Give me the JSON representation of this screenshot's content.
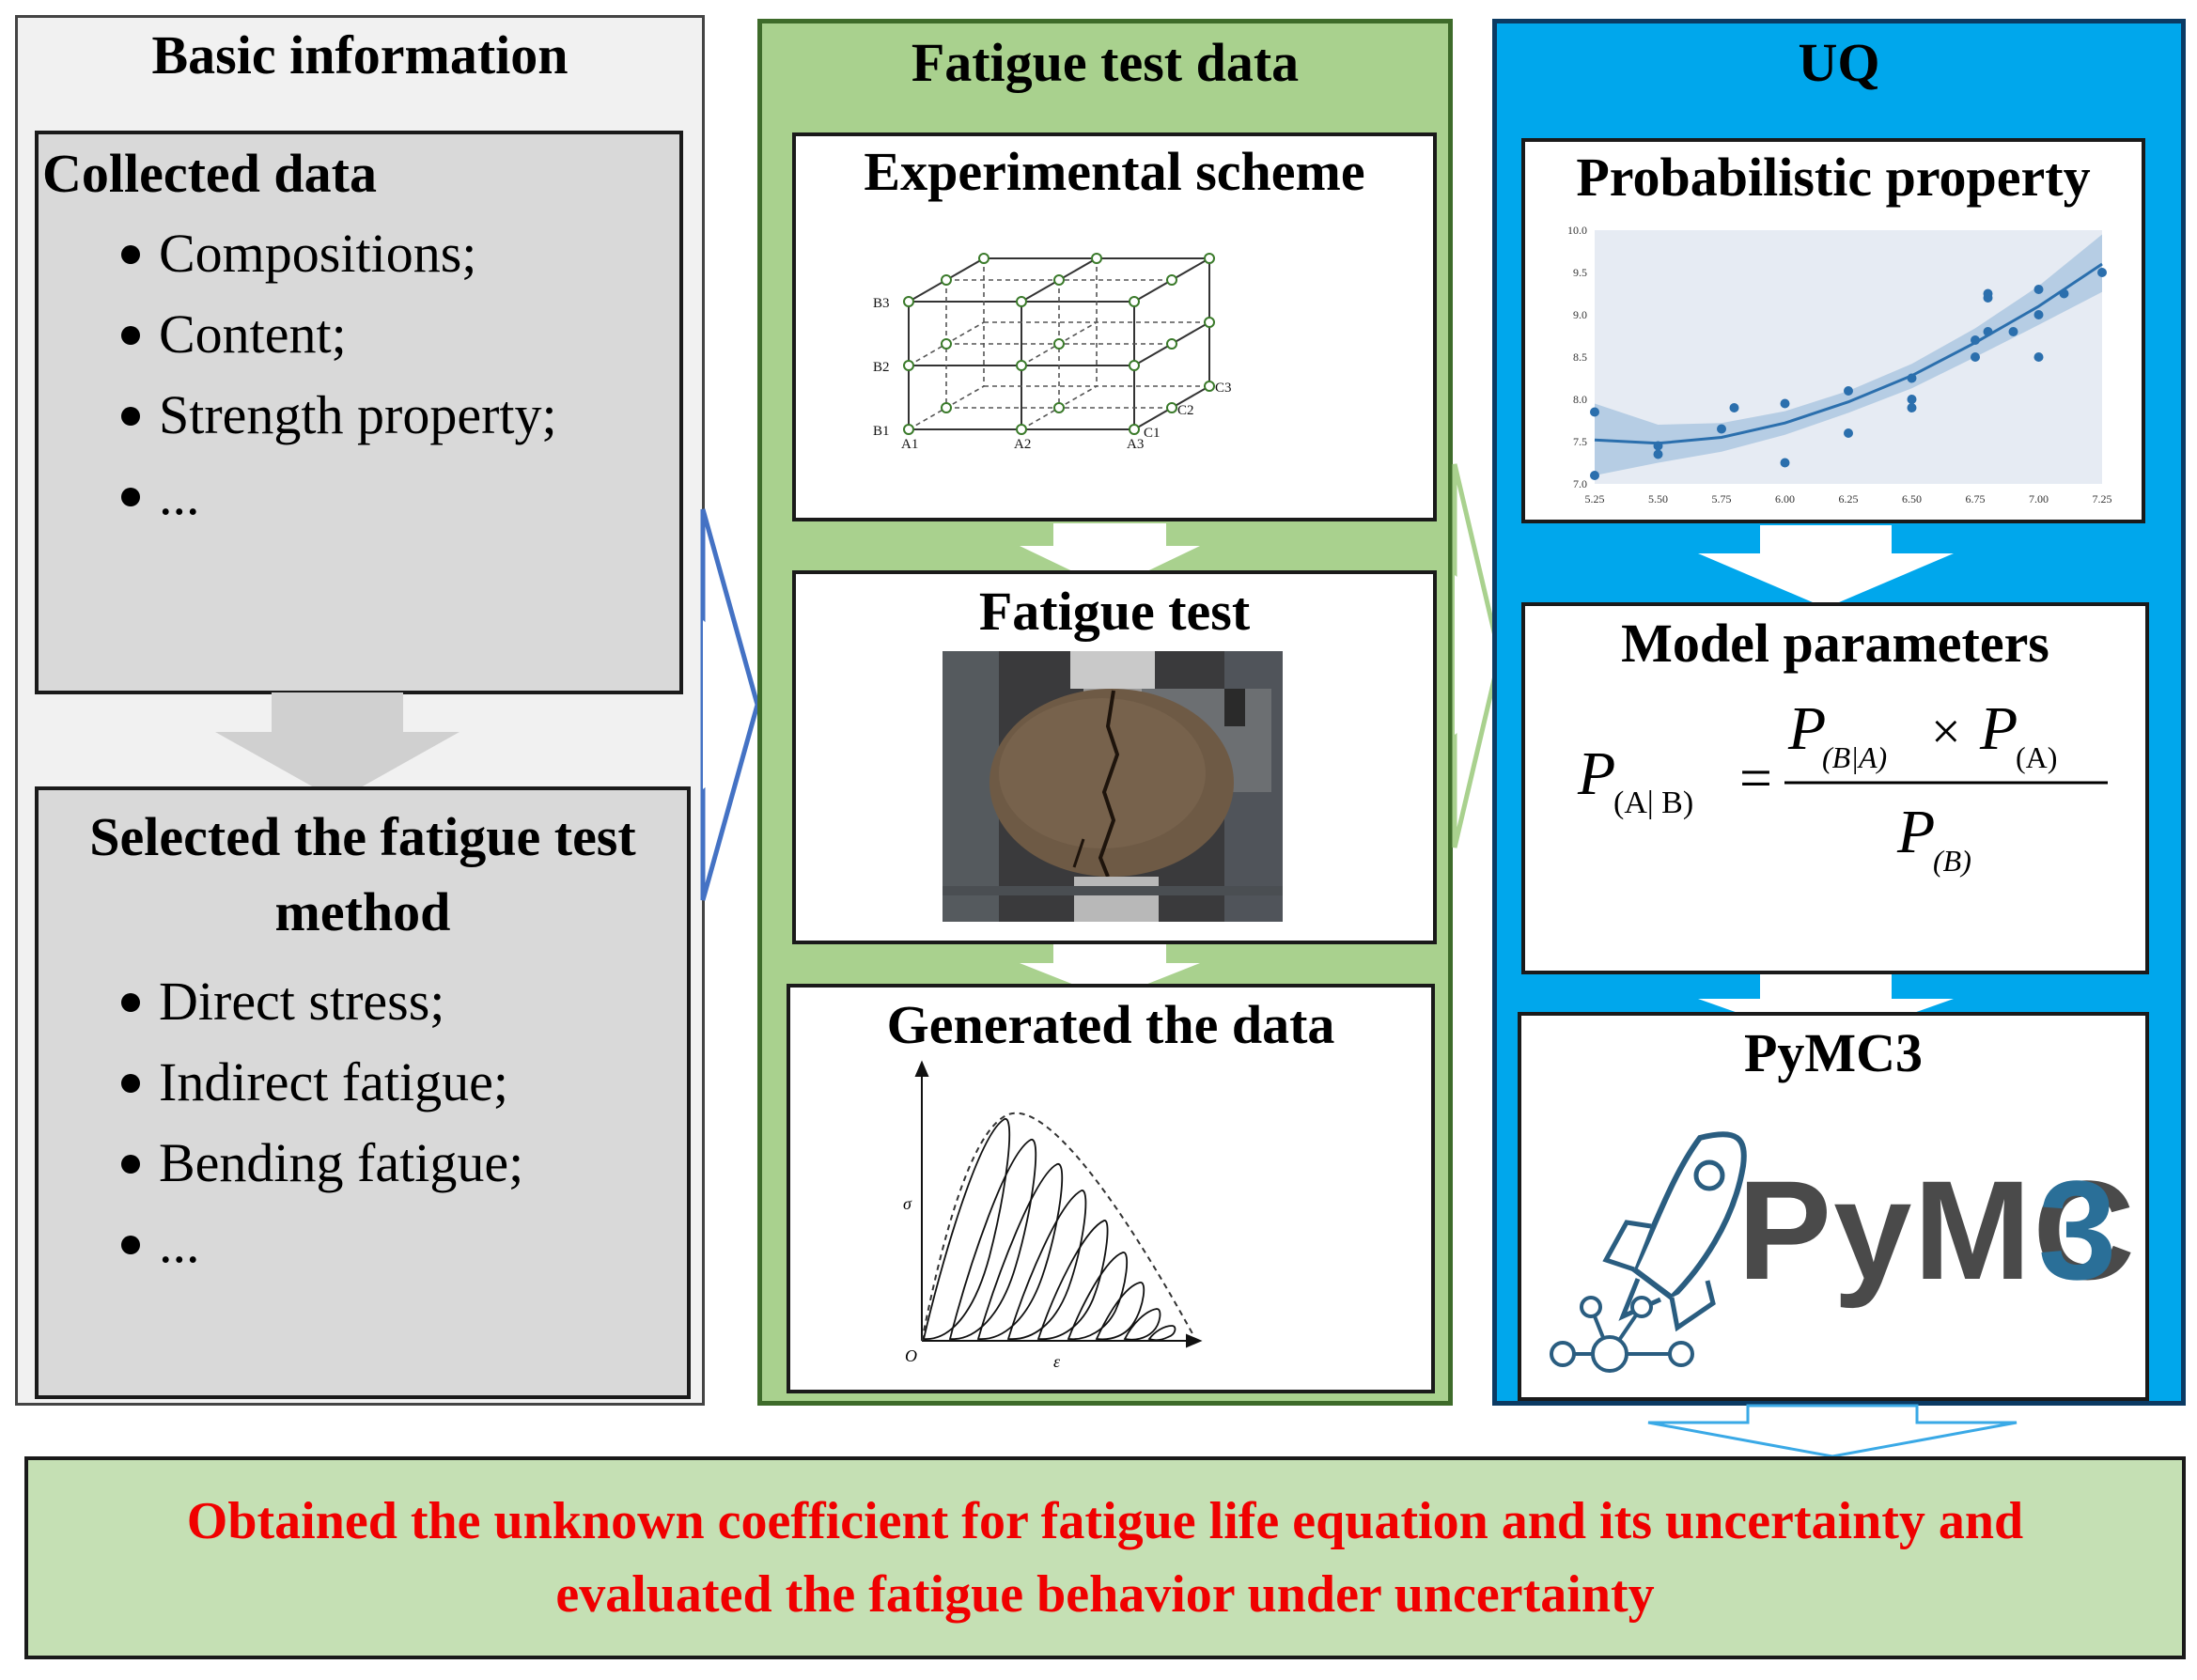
{
  "basic": {
    "title": "Basic information",
    "collected": {
      "title": "Collected data",
      "items": [
        "Compositions;",
        "Content;",
        "Strength property;",
        "..."
      ]
    },
    "selected": {
      "title": "Selected the fatigue test method",
      "items": [
        "Direct stress;",
        "Indirect fatigue;",
        "Bending fatigue;",
        "..."
      ]
    }
  },
  "fatigue": {
    "title": "Fatigue test data",
    "scheme": {
      "title": "Experimental scheme",
      "labels": {
        "b1": "B1",
        "b2": "B2",
        "b3": "B3",
        "a1": "A1",
        "a2": "A2",
        "a3": "A3",
        "c1": "C1",
        "c2": "C2",
        "c3": "C3"
      }
    },
    "test": {
      "title": "Fatigue test"
    },
    "generated": {
      "title": "Generated the data",
      "y_axis": "σ",
      "x_axis": "ε",
      "origin": "O"
    }
  },
  "uq": {
    "title": "UQ",
    "prob": {
      "title": "Probabilistic property"
    },
    "model": {
      "title": "Model parameters",
      "formula": {
        "lhs_p": "P",
        "lhs_sub": "(A| B)",
        "equals": "=",
        "num_p1": "P",
        "num_sub1": "(B|A)",
        "times": "×",
        "num_p2": "P",
        "num_sub2": "(A)",
        "den_p": "P",
        "den_sub": "(B)"
      }
    },
    "pymc": {
      "title": "PyMC3",
      "logo_text_main": "PyMC",
      "logo_text_digit": "3"
    }
  },
  "final": {
    "line1": "Obtained the unknown coefficient for fatigue life equation and its uncertainty and",
    "line2": "evaluated the fatigue behavior under uncertainty"
  },
  "chart_data": {
    "type": "scatter",
    "x_ticks": [
      "5.25",
      "5.50",
      "5.75",
      "6.00",
      "6.25",
      "6.50",
      "6.75",
      "7.00",
      "7.25"
    ],
    "y_ticks": [
      "7.0",
      "7.5",
      "8.0",
      "8.5",
      "9.0",
      "9.5",
      "10.0"
    ],
    "xlim": [
      5.25,
      7.25
    ],
    "ylim": [
      7.0,
      10.0
    ],
    "points": [
      [
        5.25,
        7.85
      ],
      [
        5.25,
        7.1
      ],
      [
        5.5,
        7.45
      ],
      [
        5.5,
        7.35
      ],
      [
        5.75,
        7.65
      ],
      [
        5.8,
        7.9
      ],
      [
        6.0,
        7.95
      ],
      [
        6.0,
        7.25
      ],
      [
        6.25,
        8.1
      ],
      [
        6.25,
        7.6
      ],
      [
        6.5,
        8.25
      ],
      [
        6.5,
        8.0
      ],
      [
        6.5,
        7.9
      ],
      [
        6.75,
        8.5
      ],
      [
        6.75,
        8.7
      ],
      [
        6.8,
        8.8
      ],
      [
        6.8,
        9.2
      ],
      [
        6.8,
        9.25
      ],
      [
        6.9,
        8.8
      ],
      [
        7.0,
        8.5
      ],
      [
        7.0,
        9.0
      ],
      [
        7.0,
        9.3
      ],
      [
        7.1,
        9.25
      ],
      [
        7.25,
        9.5
      ]
    ],
    "fit": [
      [
        5.25,
        7.52
      ],
      [
        5.5,
        7.48
      ],
      [
        5.75,
        7.55
      ],
      [
        6.0,
        7.72
      ],
      [
        6.25,
        7.97
      ],
      [
        6.5,
        8.28
      ],
      [
        6.75,
        8.67
      ],
      [
        7.0,
        9.1
      ],
      [
        7.25,
        9.6
      ]
    ],
    "band_upper": [
      [
        5.25,
        7.95
      ],
      [
        5.5,
        7.7
      ],
      [
        5.75,
        7.72
      ],
      [
        6.0,
        7.86
      ],
      [
        6.25,
        8.1
      ],
      [
        6.5,
        8.42
      ],
      [
        6.75,
        8.84
      ],
      [
        7.0,
        9.34
      ],
      [
        7.25,
        9.95
      ]
    ],
    "band_lower": [
      [
        5.25,
        7.1
      ],
      [
        5.5,
        7.25
      ],
      [
        5.75,
        7.38
      ],
      [
        6.0,
        7.58
      ],
      [
        6.25,
        7.84
      ],
      [
        6.5,
        8.13
      ],
      [
        6.75,
        8.5
      ],
      [
        7.0,
        8.88
      ],
      [
        7.25,
        9.27
      ]
    ],
    "colors": {
      "point": "#2b6fad",
      "line": "#2b6fad",
      "band": "#aac5e0",
      "background": "#e6ebf3"
    }
  }
}
